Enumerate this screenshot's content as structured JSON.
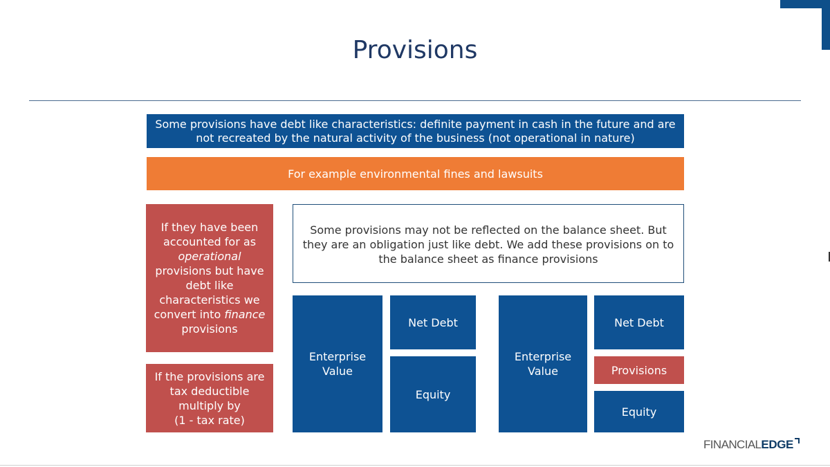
{
  "title": "Provisions",
  "top_box": {
    "line1": "Some provisions have debt like characteristics: definite payment in cash in the future and are",
    "line2": "not recreated by the natural activity of the business (not operational in nature)"
  },
  "example_box": "For example environmental fines and lawsuits",
  "left_red_box": {
    "part1": "If they have been accounted for as",
    "italic1": "operational",
    "part2": "provisions but have debt like characteristics we convert into",
    "italic2": "finance",
    "part3": "provisions"
  },
  "tax_box": {
    "line1": "If the provisions are tax deductible multiply by",
    "line2": "(1 - tax rate)"
  },
  "balance_note": "Some provisions may not be reflected on the balance sheet. But they are an obligation just like debt. We add these provisions on to the balance sheet as finance provisions",
  "before": {
    "enterprise_value": "Enterprise Value",
    "net_debt": "Net Debt",
    "equity": "Equity"
  },
  "after": {
    "enterprise_value": "Enterprise Value",
    "net_debt": "Net Debt",
    "provisions": "Provisions",
    "equity": "Equity"
  },
  "logo": {
    "light": "FINANCIAL",
    "bold": "EDGE"
  },
  "colors": {
    "title": "#1f3864",
    "blue": "#0e5293",
    "orange": "#ef7c35",
    "red": "#c0504d"
  }
}
